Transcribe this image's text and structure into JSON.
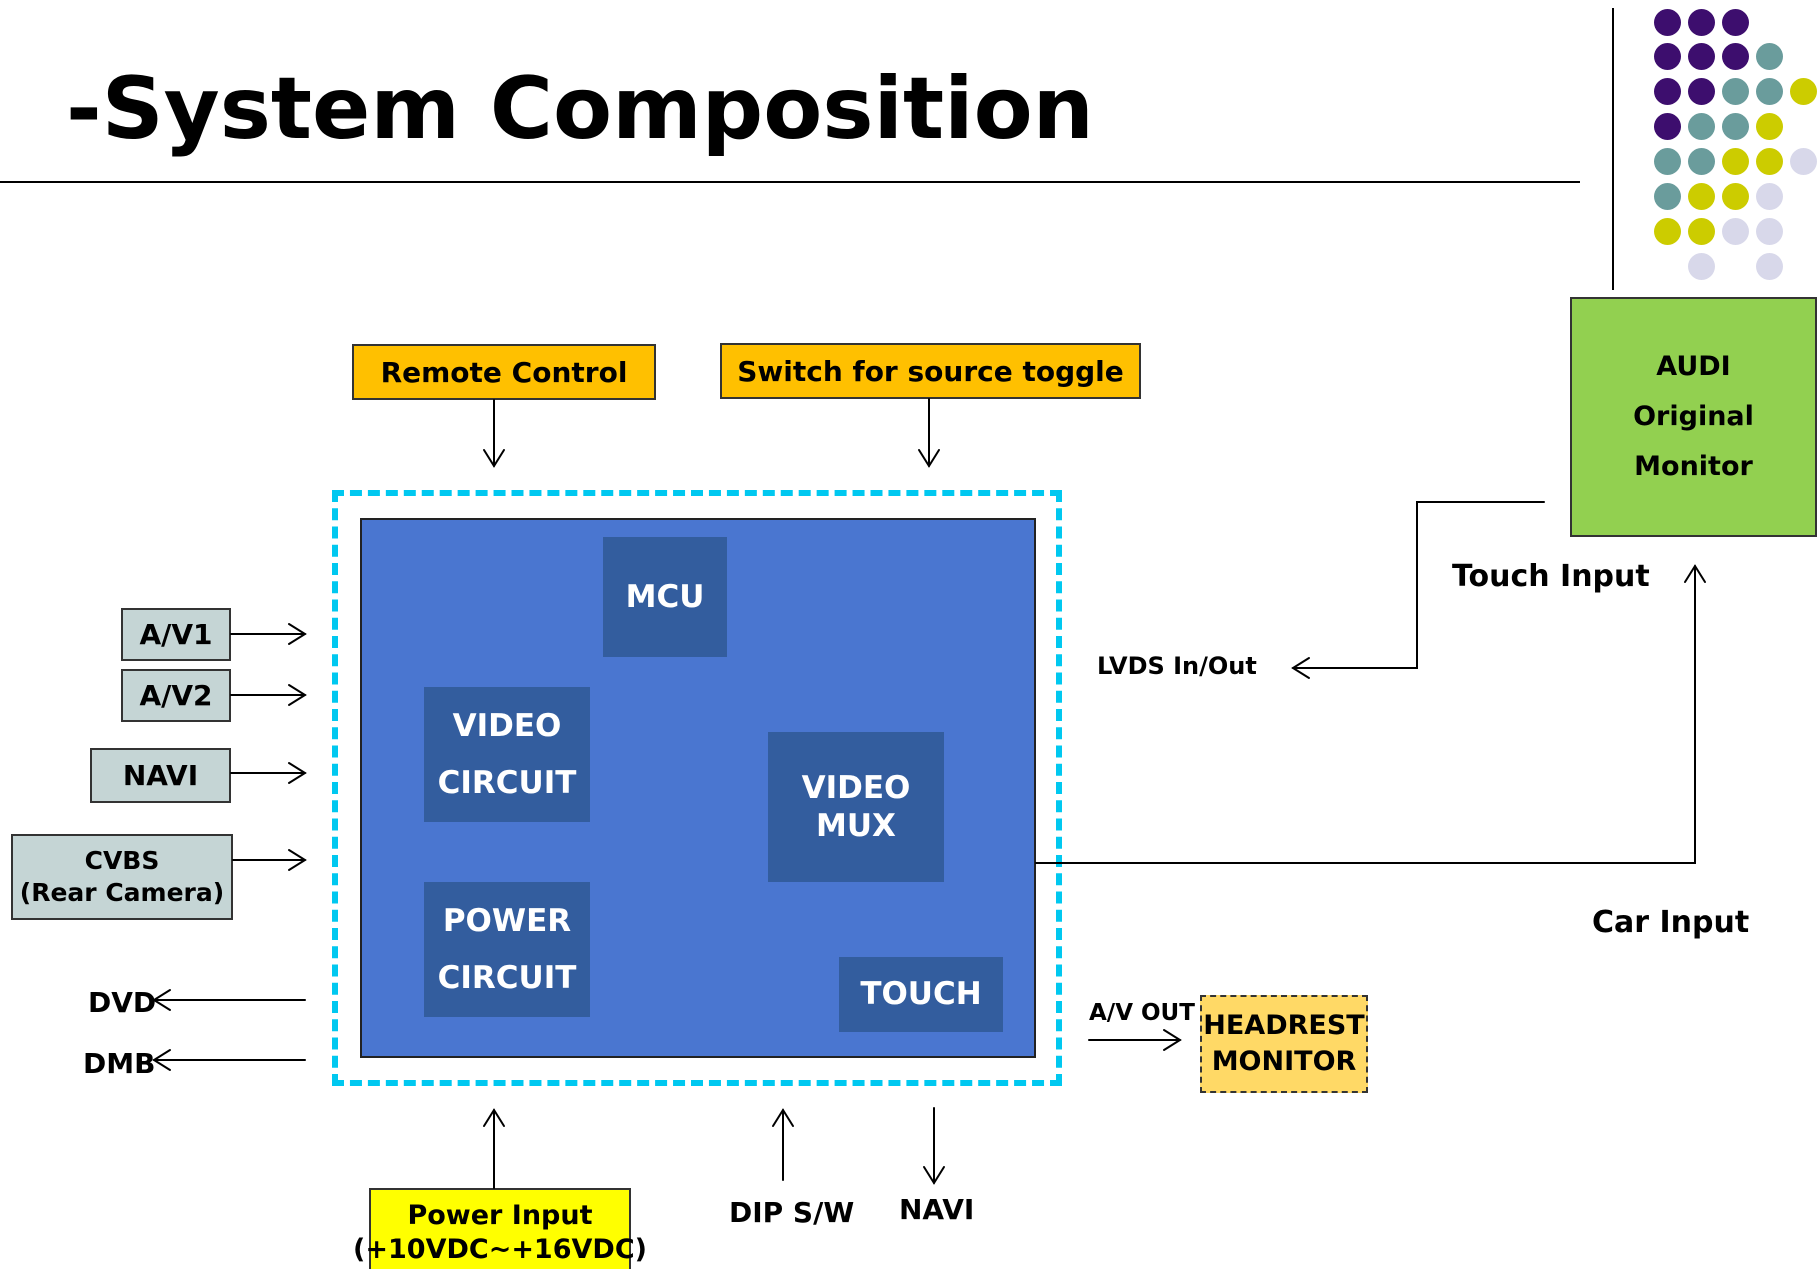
{
  "title": "-System Composition",
  "decoration": {
    "dot_colors": [
      "#3D0E6E",
      "#6A9C9C",
      "#CCCC00",
      "#D8D8EA"
    ]
  },
  "top_inputs": {
    "remote": "Remote Control",
    "switch": "Switch for source toggle"
  },
  "left_inputs": {
    "av1": "A/V1",
    "av2": "A/V2",
    "navi": "NAVI",
    "cvbs_line1": "CVBS",
    "cvbs_line2": "(Rear Camera)"
  },
  "left_outputs": {
    "dvd": "DVD",
    "dmb": "DMB"
  },
  "main_unit": {
    "mcu": "MCU",
    "video_circuit_line1": "VIDEO",
    "video_circuit_line2": "CIRCUIT",
    "power_circuit_line1": "POWER",
    "power_circuit_line2": "CIRCUIT",
    "video_mux_line1": "VIDEO",
    "video_mux_line2": "MUX",
    "touch": "TOUCH"
  },
  "right_side": {
    "lvds": "LVDS In/Out",
    "touch_input": "Touch Input",
    "car_input": "Car Input",
    "av_out": "A/V OUT",
    "headrest_line1": "HEADREST",
    "headrest_line2": "MONITOR",
    "audi_line1": "AUDI",
    "audi_line2": "Original Monitor"
  },
  "bottom": {
    "power_line1": "Power Input",
    "power_line2": "(+10VDC~+16VDC)",
    "dip": "DIP S/W",
    "navi": "NAVI"
  },
  "colors": {
    "main_board": "#4A76D0",
    "inner_block": "#335D9E",
    "dashed_border": "#00C8F0",
    "orange": "#FFC000",
    "grey": "#C5D5D5",
    "green": "#92D050",
    "yellow": "#FFFF00",
    "headrest": "#FFD966"
  }
}
